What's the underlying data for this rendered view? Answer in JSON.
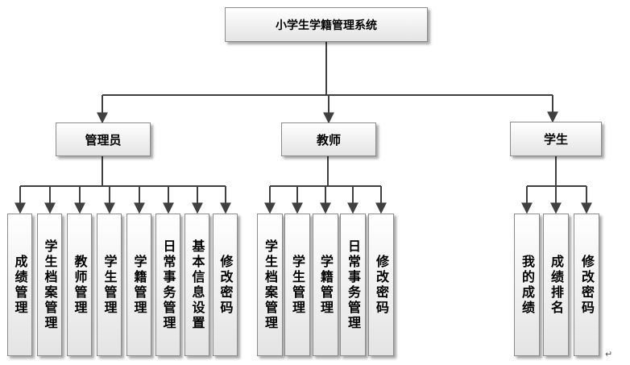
{
  "root": "小学生学籍管理系统",
  "branches": [
    {
      "id": "admin",
      "label": "管理员",
      "children": [
        "成绩管理",
        "学生档案管理",
        "教师管理",
        "学生管理",
        "学籍管理",
        "日常事务管理",
        "基本信息设置",
        "修改密码"
      ]
    },
    {
      "id": "teacher",
      "label": "教师",
      "children": [
        "学生档案管理",
        "学生管理",
        "学籍管理",
        "日常事务管理",
        "修改密码"
      ]
    },
    {
      "id": "student",
      "label": "学生",
      "children": [
        "我的成绩",
        "成绩排名",
        "修改密码"
      ]
    }
  ],
  "trailing_mark": "↵",
  "colors": {
    "line": "#404040",
    "border": "#8c8c8c",
    "fill_top": "#ffffff",
    "fill_bottom": "#e4e4e4"
  }
}
